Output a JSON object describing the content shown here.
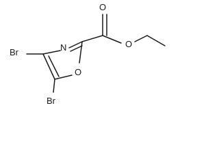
{
  "structure": {
    "atoms": {
      "n3": "N",
      "o1": "O",
      "o_carbonyl": "O",
      "o_ester": "O",
      "br4": "Br",
      "br5": "Br"
    }
  }
}
